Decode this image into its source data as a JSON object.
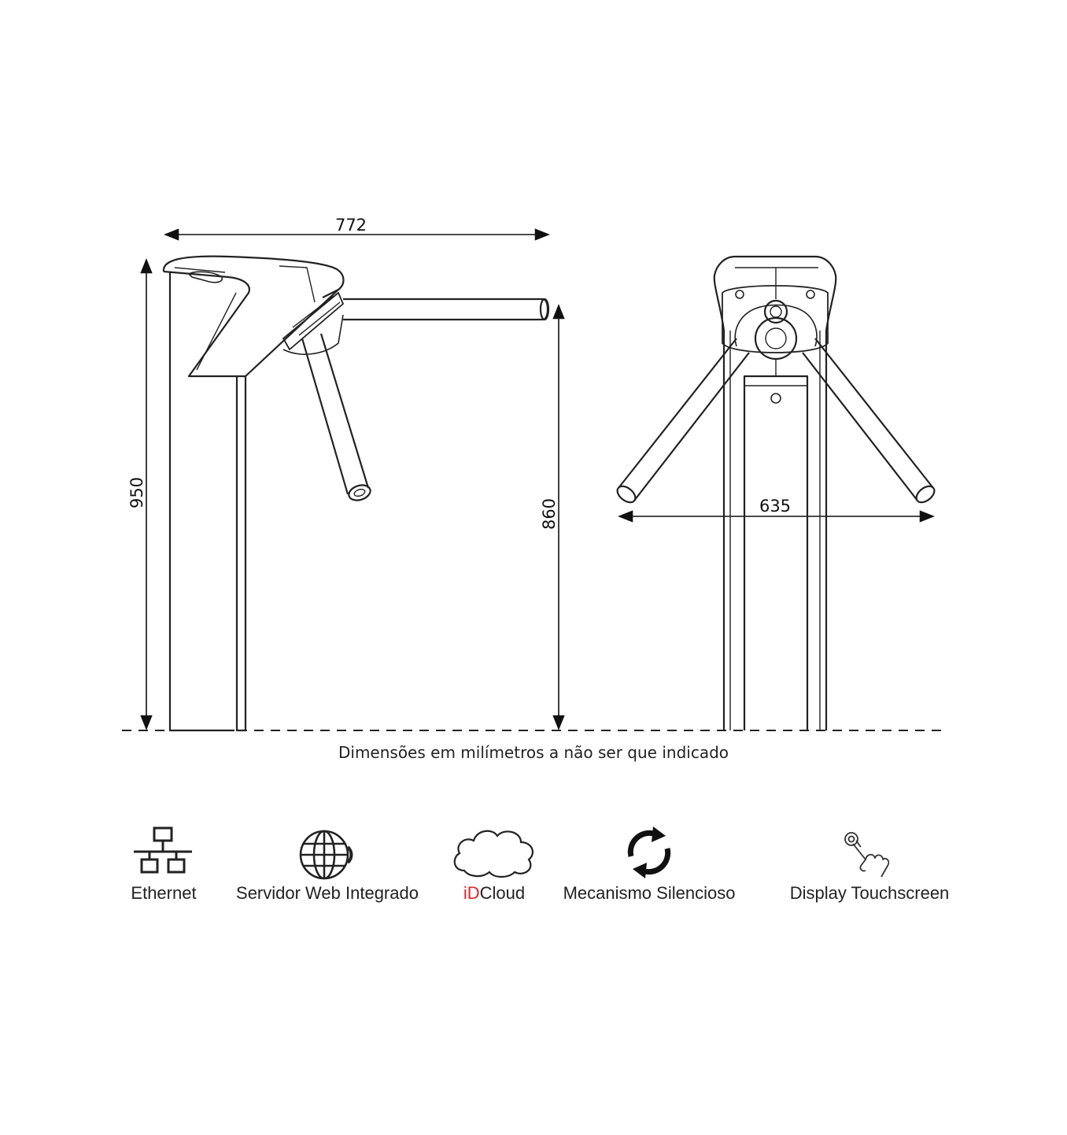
{
  "dimensions": {
    "total_width": "772",
    "total_height": "950",
    "arm_height": "860",
    "front_width": "635"
  },
  "note": "Dimensões em milímetros a não ser que indicado",
  "features": [
    {
      "icon": "network-icon",
      "label": "Ethernet"
    },
    {
      "icon": "globe-icon",
      "label": "Servidor Web Integrado"
    },
    {
      "icon": "cloud-icon",
      "label_prefix": "iD",
      "label_rest": "Cloud",
      "prefix_color": "#e0262b"
    },
    {
      "icon": "rotate-arrows-icon",
      "label": "Mecanismo Silencioso"
    },
    {
      "icon": "touch-hand-icon",
      "label": "Display Touchscreen"
    }
  ]
}
